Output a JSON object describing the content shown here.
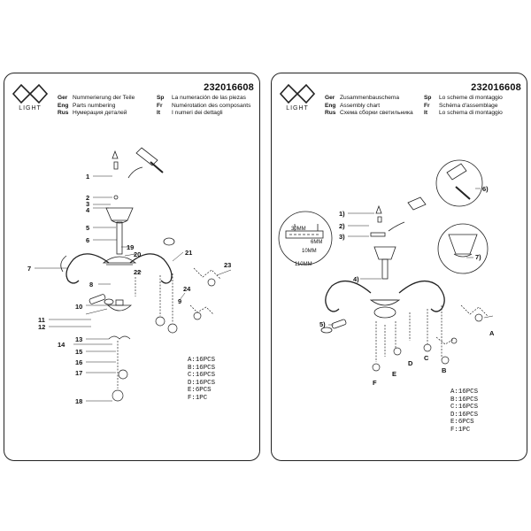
{
  "brand": {
    "logo_text": "LIGHT"
  },
  "model_number": "232016608",
  "left_page": {
    "headings": [
      {
        "code": "Ger",
        "text": "Nummerierung der Teile"
      },
      {
        "code": "Sp",
        "text": "La numeración de las piezas"
      },
      {
        "code": "Eng",
        "text": "Parts numbering"
      },
      {
        "code": "Fr",
        "text": "Numérotation des composants"
      },
      {
        "code": "Rus",
        "text": "Нумерация деталей"
      },
      {
        "code": "It",
        "text": "I numeri dei dettagli"
      }
    ],
    "callouts": [
      "1",
      "2",
      "3",
      "4",
      "5",
      "6",
      "7",
      "8",
      "9",
      "10",
      "11",
      "12",
      "13",
      "14",
      "15",
      "16",
      "17",
      "18",
      "19",
      "20",
      "21",
      "22",
      "23",
      "24"
    ],
    "quantities": [
      "A:16PCS",
      "B:16PCS",
      "C:16PCS",
      "D:16PCS",
      "E:6PCS",
      "F:1PC"
    ]
  },
  "right_page": {
    "headings": [
      {
        "code": "Ger",
        "text": "Zusammenbauschema"
      },
      {
        "code": "Sp",
        "text": "Lo scheme di montaggio"
      },
      {
        "code": "Eng",
        "text": "Assembly chart"
      },
      {
        "code": "Fr",
        "text": "Schéma d'assemblage"
      },
      {
        "code": "Rus",
        "text": "Схема сборки светильника"
      },
      {
        "code": "It",
        "text": "Lo schema di montaggio"
      }
    ],
    "steps": [
      "1)",
      "2)",
      "3)",
      "4)",
      "5)",
      "6)",
      "7)"
    ],
    "dimensions": [
      "30MM",
      "6MM",
      "10MM",
      "110MM"
    ],
    "letters": [
      "A",
      "B",
      "C",
      "D",
      "E",
      "F"
    ],
    "quantities": [
      "A:16PCS",
      "B:16PCS",
      "C:16PCS",
      "D:16PCS",
      "E:6PCS",
      "F:1PC"
    ]
  }
}
